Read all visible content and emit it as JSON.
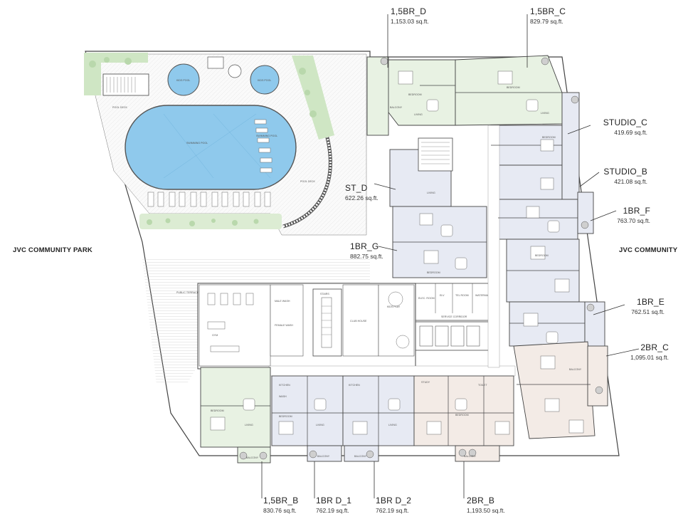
{
  "side_labels": {
    "left": "JVC COMMUNITY PARK",
    "right": "JVC COMMUNITY"
  },
  "units": [
    {
      "name": "1,5BR_D",
      "area": "1,153.03 sq.ft."
    },
    {
      "name": "1,5BR_C",
      "area": "829.79 sq.ft."
    },
    {
      "name": "STUDIO_C",
      "area": "419.69 sq.ft."
    },
    {
      "name": "STUDIO_B",
      "area": "421.08 sq.ft."
    },
    {
      "name": "ST_D",
      "area": "622.26 sq.ft."
    },
    {
      "name": "1BR_F",
      "area": "763.70 sq.ft."
    },
    {
      "name": "1BR_G",
      "area": "882.75 sq.ft."
    },
    {
      "name": "1BR_E",
      "area": "762.51 sq.ft."
    },
    {
      "name": "2BR_C",
      "area": "1,095.01 sq.ft."
    },
    {
      "name": "1,5BR_B",
      "area": "830.76 sq.ft."
    },
    {
      "name": "1BR D_1",
      "area": "762.19 sq.ft."
    },
    {
      "name": "1BR D_2",
      "area": "762.19 sq.ft."
    },
    {
      "name": "2BR_B",
      "area": "1,193.50 sq.ft."
    }
  ],
  "amenities": {
    "kids_pool_1": "KIDS POOL",
    "kids_pool_2": "KIDS POOL",
    "swimming_pool": "SWIMMING POOL",
    "pool_deck_1": "POOL DECK",
    "pool_deck_2": "POOL DECK",
    "pool_beds": "SWIMMING POOL",
    "public_terrace": "PUBLIC TERRACE",
    "gym": "GYM",
    "male_wash": "MALE WASH",
    "female_wash": "FEMALE WASH",
    "stairs": "STAIRS",
    "club_house": "CLUB HOUSE",
    "kids_play": "KIDS PLAY",
    "elec_room": "ELEC. ROOM",
    "elv": "ELV",
    "tel_room": "TEL ROOM",
    "watermain": "WATERMAIN",
    "service_corridor": "SERVICE CORRIDOR"
  },
  "room_labels": {
    "bedroom": "BEDROOM",
    "living": "LIVING",
    "kitchen": "KITCHEN",
    "balcony": "BALCONY",
    "toilet": "TOILET",
    "wash": "WASH",
    "study": "STUDY"
  },
  "colors": {
    "green_units": "#e8f2e3",
    "blue_units": "#e7eaf3",
    "pink_units": "#f3ebe6",
    "pool_water": "#8fc9ec",
    "greenery": "#cfe6c4",
    "wall": "#3a3a3a"
  }
}
